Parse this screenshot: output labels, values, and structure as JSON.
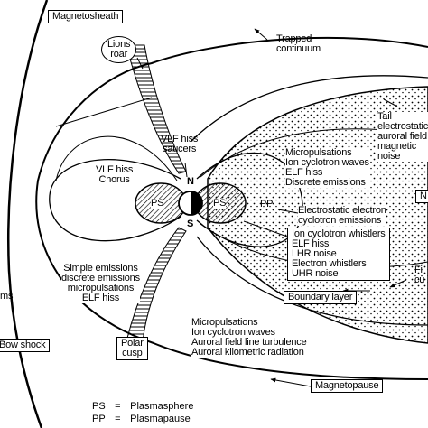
{
  "labels": {
    "magnetosheath": "Magnetosheath",
    "lions_roar": "Lions\nroar",
    "trapped_continuum": "Trapped\ncontinuum",
    "tail": "Tail electrostatic\nauroral field\nmagnetic noise",
    "vlf_saucers": "VLF hiss\nsaucers",
    "vlf_chorus": "VLF hiss\nChorus",
    "right_upper": "Micropulsations\nIon cyclotron waves\nELF hiss\nDiscrete emissions",
    "ps_left": "PS",
    "ps_right": "PS",
    "pp": "PP",
    "n": "N",
    "s": "S",
    "electrostatic": "Electrostatic electron\ncyclotron emissions",
    "right_lower": "Ion cyclotron whistlers\nELF hiss\nLHR noise\nElectron whistlers\nUHR noise",
    "fi_cu": "Fi\ncu",
    "n_right": "N",
    "simple_emissions": "Simple emissions\ndiscrete emissions\nmicropulsations\nELF hiss",
    "boundary_layer": "Boundary layer",
    "ms_left": "ms",
    "bow_shock": "Bow shock",
    "polar_cusp": "Polar\ncusp",
    "bottom_list": "Micropulsations\nIon cyclotron waves\nAuroral field line turbulence\nAuroral kilometric radiation",
    "magnetopause": "Magnetopause"
  },
  "legend": [
    {
      "abbr": "PS",
      "eq": "=",
      "meaning": "Plasmasphere"
    },
    {
      "abbr": "PP",
      "eq": "=",
      "meaning": "Plasmapause"
    }
  ]
}
